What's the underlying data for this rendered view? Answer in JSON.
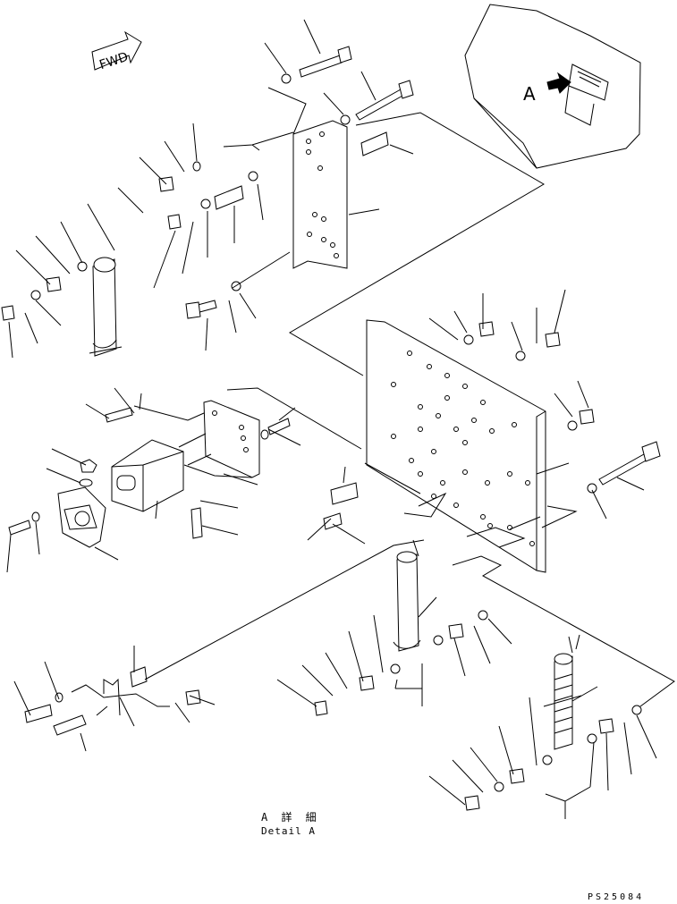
{
  "labels": {
    "fwd": "FWD",
    "view": "A",
    "detail_jp": "A 詳 細",
    "detail_en": "Detail A",
    "drawing_code": "PS25084"
  }
}
